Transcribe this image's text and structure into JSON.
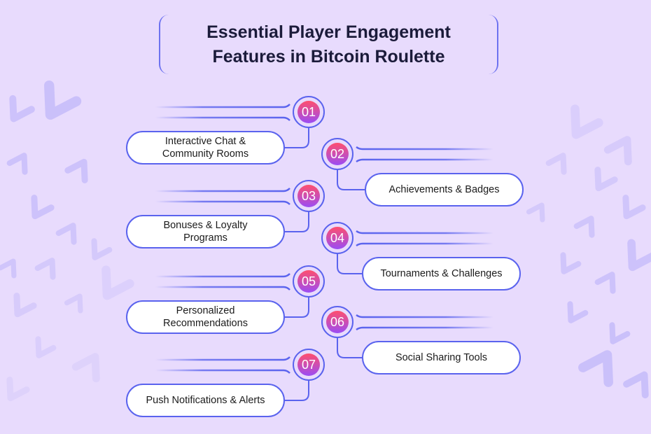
{
  "title": {
    "line1": "Essential Player Engagement",
    "line2": "Features in Bitcoin Roulette"
  },
  "colors": {
    "background": "#e8dbfd",
    "accent_line": "#5a63ee",
    "badge_gradient_top": "#ff4f6d",
    "badge_gradient_bottom": "#9b4cf5",
    "title_text": "#1b1b3a",
    "pattern": "#c6bcfa"
  },
  "features": [
    {
      "number": "01",
      "side": "left",
      "label": "Interactive Chat & Community Rooms",
      "lines": [
        "Interactive Chat &",
        "Community Rooms"
      ]
    },
    {
      "number": "02",
      "side": "right",
      "label": "Achievements & Badges",
      "lines": [
        "Achievements & Badges"
      ]
    },
    {
      "number": "03",
      "side": "left",
      "label": "Bonuses & Loyalty Programs",
      "lines": [
        "Bonuses & Loyalty",
        "Programs"
      ]
    },
    {
      "number": "04",
      "side": "right",
      "label": "Tournaments & Challenges",
      "lines": [
        "Tournaments & Challenges"
      ]
    },
    {
      "number": "05",
      "side": "left",
      "label": "Personalized Recommendations",
      "lines": [
        "Personalized",
        "Recommendations"
      ]
    },
    {
      "number": "06",
      "side": "right",
      "label": "Social Sharing Tools",
      "lines": [
        "Social Sharing Tools"
      ]
    },
    {
      "number": "07",
      "side": "left",
      "label": "Push Notifications & Alerts",
      "lines": [
        "Push Notifications & Alerts"
      ]
    }
  ]
}
